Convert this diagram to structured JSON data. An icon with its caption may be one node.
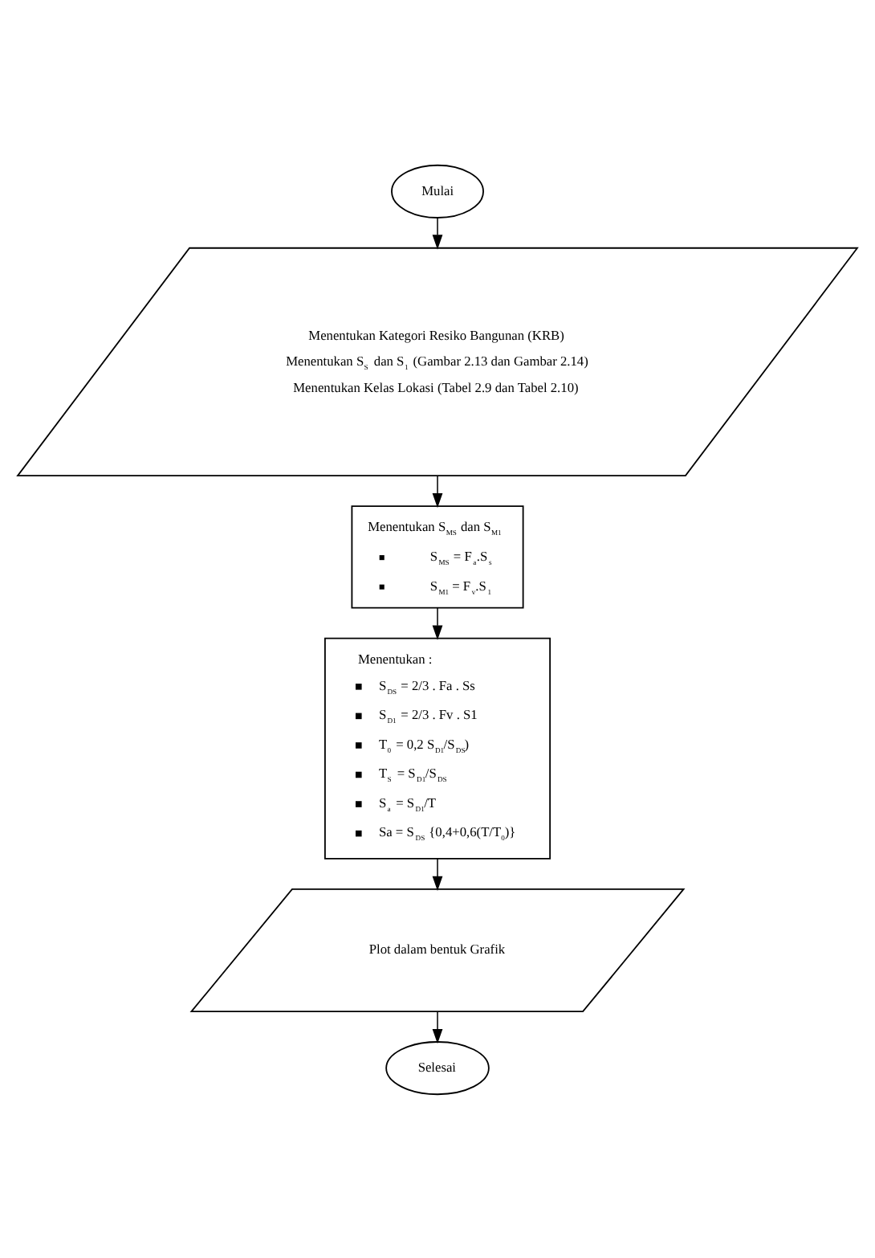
{
  "diagram": {
    "nodes": [
      {
        "text": [
          "Mulai"
        ]
      },
      {
        "text": [
          "Menentukan Kategori Resiko Bangunan (KRB)",
          "Menentukan S$_{S}$ dan S$_{1}$ (Gambar 2.13 dan Gambar 2.14)",
          "Menentukan Kelas Lokasi (Tabel 2.9 dan Tabel 2.10)"
        ]
      },
      {
        "text": [
          "Menentukan S$_{MS}$ dan S$_{M1}$",
          "S$_{MS}$ = F$_{a}$.S$_{s}$",
          "S$_{M1}$ = F$_{v}$.S$_{1}$"
        ]
      },
      {
        "text": [
          "Menentukan :",
          "S$_{DS}$ = 2/3 . Fa . Ss",
          "S$_{D1}$ = 2/3 . Fv . S1",
          "T$_{0}$ = 0,2 S$_{D1}$/S$_{DS}$)",
          "T$_{S}$ = S$_{D1}$/S$_{DS}$",
          "S$_{a}$ = S$_{D1}$/T",
          "Sa = S$_{DS}$ {0,4+0,6(T/T$_{0}$)}"
        ]
      },
      {
        "text": [
          "Plot dalam bentuk Grafik"
        ]
      },
      {
        "text": [
          "Selesai"
        ]
      }
    ],
    "edges": [
      {
        "from": 0,
        "to": 1,
        "arrow": "to"
      },
      {
        "from": 1,
        "to": 2,
        "arrow": "to"
      },
      {
        "from": 2,
        "to": 3,
        "arrow": "to"
      },
      {
        "from": 3,
        "to": 4,
        "arrow": "to"
      },
      {
        "from": 4,
        "to": 5,
        "arrow": "to"
      }
    ]
  }
}
